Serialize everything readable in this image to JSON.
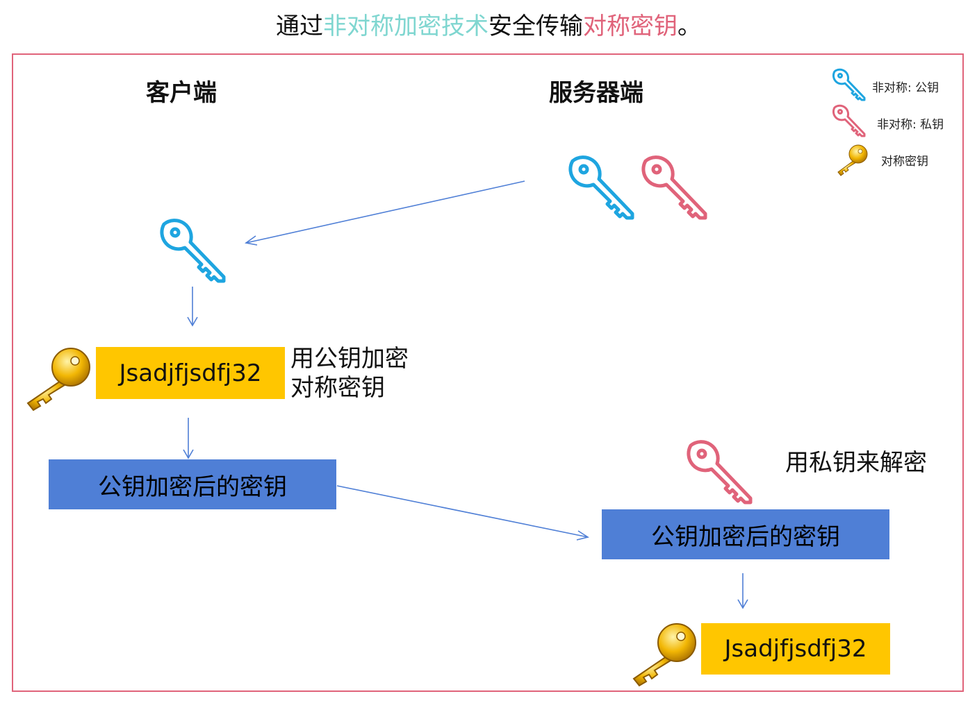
{
  "title": {
    "part1": "通过",
    "part2": "非对称加密技术",
    "part3": "安全传输",
    "part4": "对称密钥",
    "part5": "。",
    "color_asym": "#7fd6d0",
    "color_sym": "#e0637a"
  },
  "headings": {
    "client": "客户端",
    "server": "服务器端"
  },
  "legend": {
    "public": "非对称: 公钥",
    "private": "非对称: 私钥",
    "symmetric": "对称密钥"
  },
  "client": {
    "secret": "Jsadjfjsdfj32",
    "encrypt_note_line1": "用公钥加密",
    "encrypt_note_line2": "对称密钥",
    "encrypted_box": "公钥加密后的密钥"
  },
  "server": {
    "decrypt_note": "用私钥来解密",
    "encrypted_box": "公钥加密后的密钥",
    "secret": "Jsadjfjsdfj32"
  },
  "colors": {
    "public_key": "#1ea5e0",
    "private_key": "#e0637a",
    "symmetric_key": "#f2b705",
    "arrow": "#4f7fd6",
    "frame": "#e0637a",
    "yellow_box": "#ffc600",
    "blue_box": "#4f7fd6"
  },
  "icons": [
    "public-key-icon",
    "private-key-icon",
    "symmetric-key-icon"
  ]
}
